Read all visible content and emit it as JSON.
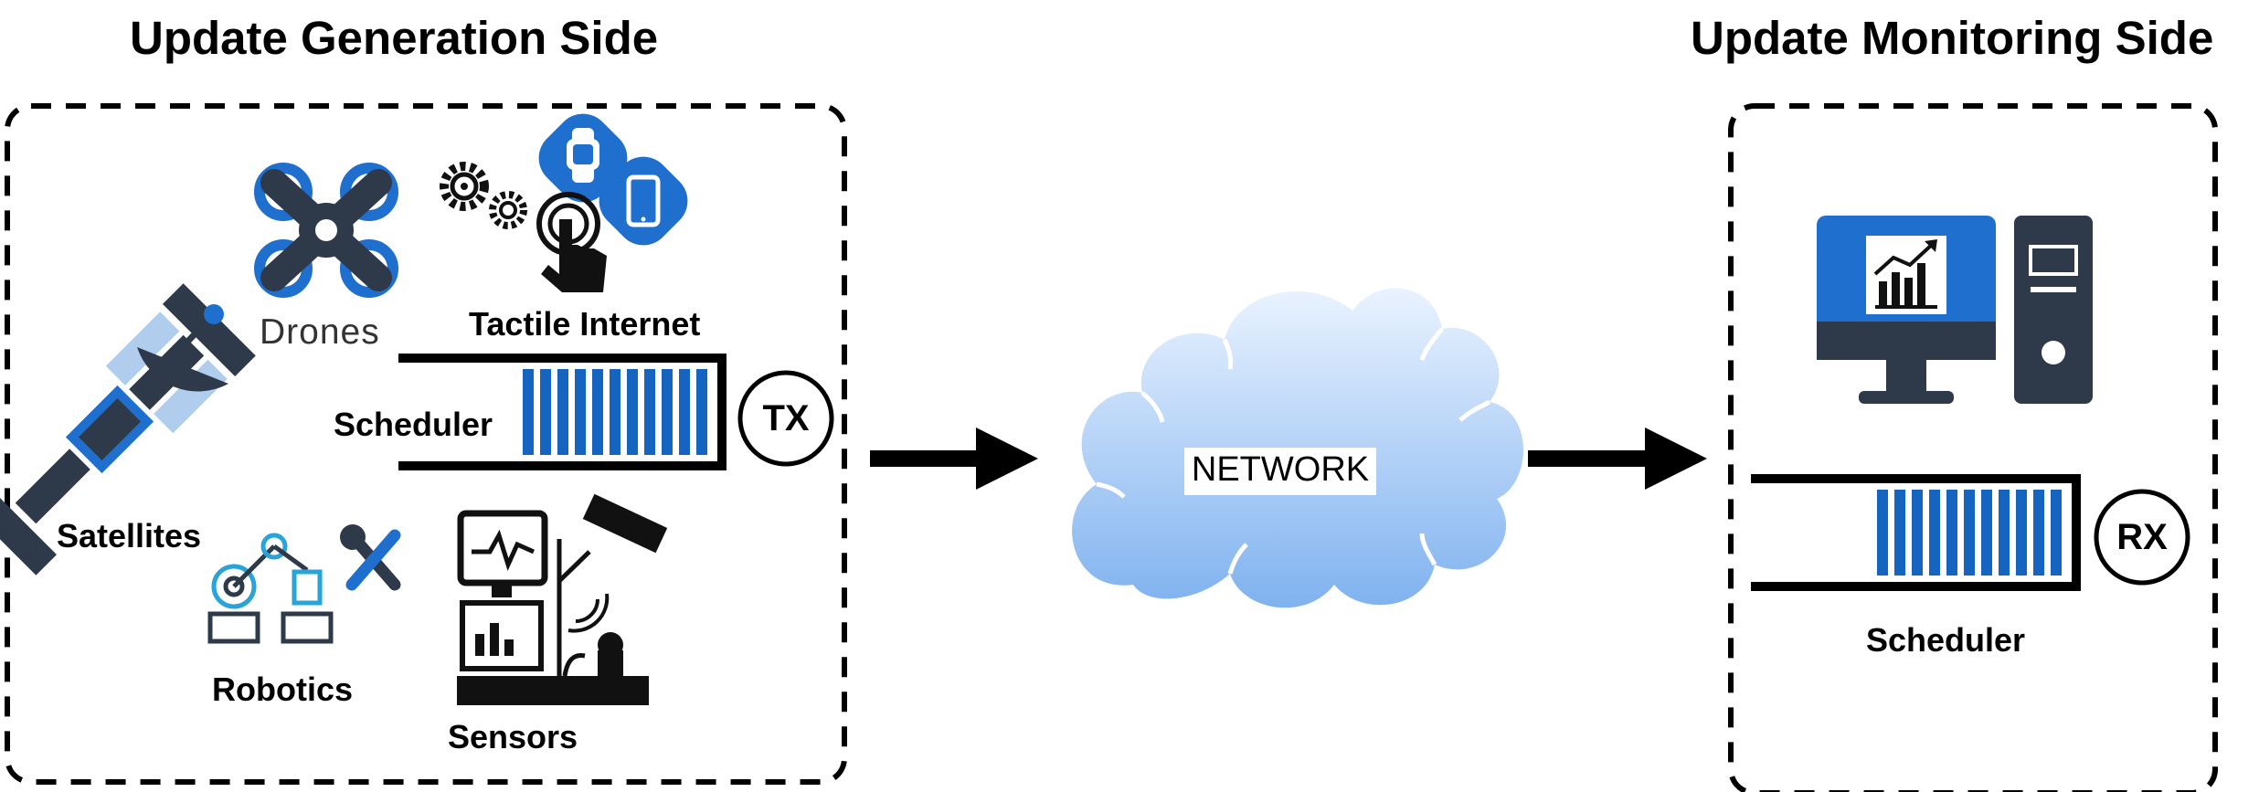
{
  "titles": {
    "generation": "Update Generation Side",
    "monitoring": "Update Monitoring Side"
  },
  "generation": {
    "drones": "Drones",
    "tactile": "Tactile Internet",
    "satellites": "Satellites",
    "robotics": "Robotics",
    "sensors": "Sensors",
    "scheduler": "Scheduler",
    "tx": "TX"
  },
  "network": {
    "label": "NETWORK"
  },
  "monitoring": {
    "scheduler": "Scheduler",
    "rx": "RX"
  },
  "icons": [
    "drone-icon",
    "gears-icon",
    "smartwatch-icon",
    "tablet-icon",
    "touch-hand-icon",
    "satellite-icon",
    "robot-arm-icon",
    "tools-icon",
    "sensor-station-icon",
    "computer-analytics-icon",
    "cloud-icon"
  ],
  "colors": {
    "accent_blue": "#1f6fcf",
    "dark": "#2e3a4a",
    "queue_bar": "#1565c0",
    "cloud_top": "#dfeeff",
    "cloud_bottom": "#7fb2ef"
  }
}
